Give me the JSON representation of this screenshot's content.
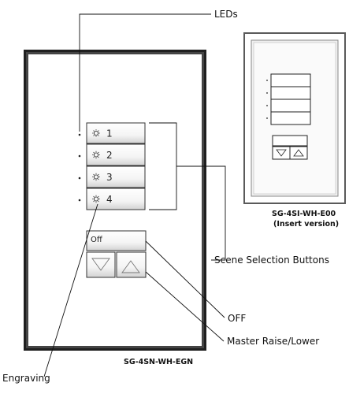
{
  "labels": {
    "leds": "LEDs",
    "scene_buttons": "Scene Selection Buttons",
    "off": "OFF",
    "master": "Master Raise/Lower",
    "engraving": "Engraving"
  },
  "main_model": "SG-4SN-WH-EGN",
  "insert_model": "SG-4SI-WH-E00",
  "insert_note": "(Insert version)",
  "buttons": [
    "1",
    "2",
    "3",
    "4"
  ],
  "off_label": "Off",
  "icons": {
    "led": "led-dot",
    "engraving": "sun-icon",
    "raise": "triangle-up-icon",
    "lower": "triangle-down-icon"
  }
}
